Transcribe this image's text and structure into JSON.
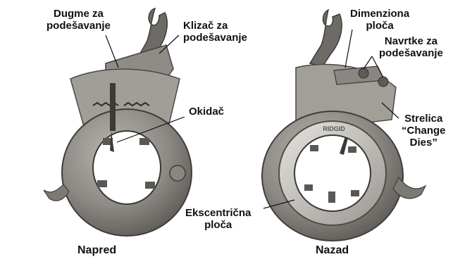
{
  "labels": {
    "dugme": "Dugme za\npodešavanje",
    "klizac": "Klizač za\npodešavanje",
    "okidac": "Okidač",
    "dimenziona": "Dimenziona\nploča",
    "navrtke": "Navrtke za\npodešavanje",
    "strelica": "Strelica\n“Change\nDies”",
    "ekscentricna": "Ekscentrična\nploča"
  },
  "captions": {
    "front": "Napred",
    "back": "Nazad"
  },
  "ring_brand": "RIDGID"
}
